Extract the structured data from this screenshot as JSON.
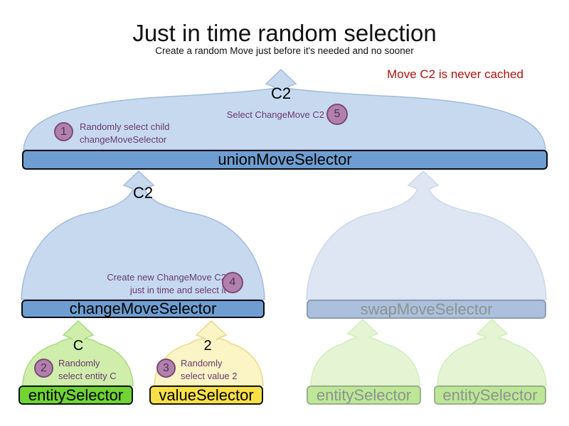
{
  "header": {
    "title": "Just in time random selection",
    "subtitle": "Create a random Move just before it's needed and no sooner",
    "note": "Move C2 is never cached"
  },
  "union": {
    "label": "unionMoveSelector",
    "arrow_label": "C2",
    "annotations": [
      {
        "num": "1",
        "text": "Randomly select child\nchangeMoveSelector"
      },
      {
        "num": "5",
        "text": "Select ChangeMove C2"
      }
    ]
  },
  "change": {
    "label": "changeMoveSelector",
    "arrow_label": "C2",
    "annotations": [
      {
        "num": "4",
        "text": "Create new ChangeMove C2\njust in time and select it"
      }
    ]
  },
  "swap": {
    "label": "swapMoveSelector"
  },
  "entity": {
    "label": "entitySelector",
    "arrow_label": "C",
    "annotations": [
      {
        "num": "2",
        "text": "Randomly\nselect entity C"
      }
    ]
  },
  "value": {
    "label": "valueSelector",
    "arrow_label": "2",
    "annotations": [
      {
        "num": "3",
        "text": "Randomly\nselect value 2"
      }
    ]
  },
  "entity_faded_1": {
    "label": "entitySelector"
  },
  "entity_faded_2": {
    "label": "entitySelector"
  },
  "colors": {
    "red": "#b11111",
    "purpleText": "#6b3a70",
    "badgeFill": "#b180ac",
    "badgeStroke": "#7d4a78",
    "bellBlue": "#c6d9ef",
    "bellBlueStroke": "#a3bbdb",
    "bellBlueFaded": "#dee6f3",
    "bellBlueFadedStroke": "#ccd7ea",
    "barBlue": "#6e9ed1",
    "barBlueFaded": "#abc0dc",
    "bellGreen": "#cfeeab",
    "bellGreenStroke": "#a9da7f",
    "barGreen": "#70d434",
    "bellGreenFaded": "#e5f5d4",
    "bellGreenFadedStroke": "#d2ecbc",
    "barGreenFaded": "#bde797",
    "bellYellow": "#fbf4c5",
    "bellYellowStroke": "#e8d98a",
    "barYellow": "#f7e046",
    "fadedText": "#8b948f"
  }
}
